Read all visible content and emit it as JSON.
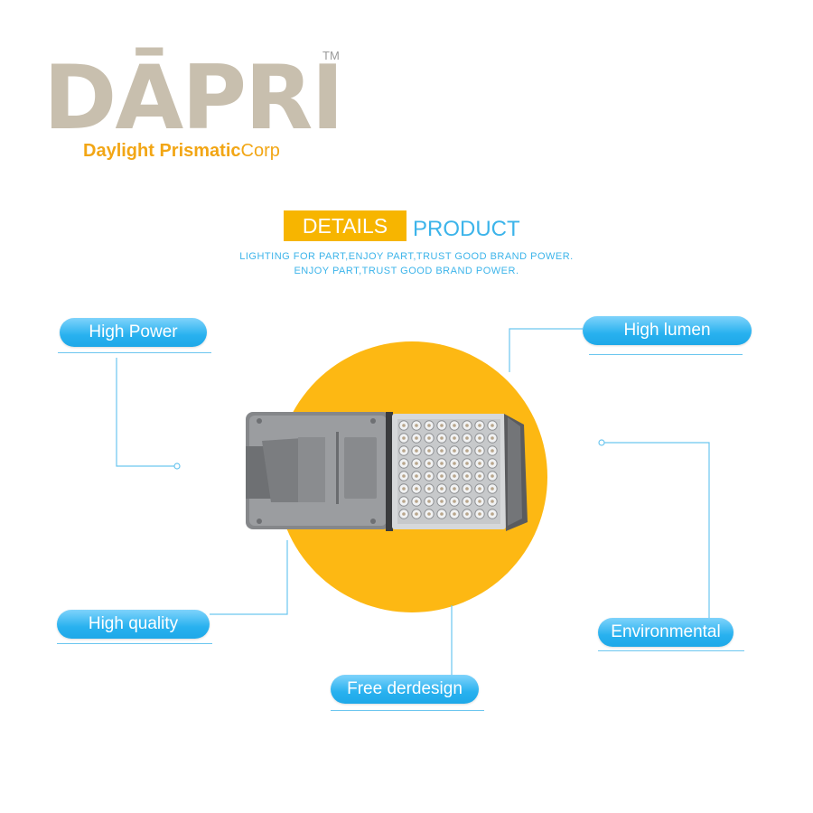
{
  "logo": {
    "brand": "DĀPRI",
    "trademark": "TM",
    "tagline_bold": "Daylight Prismatic",
    "tagline_thin": "Corp"
  },
  "header": {
    "details_label": "DETAILS",
    "product_label": "PRODUCT",
    "subtitle_line1": "LIGHTING FOR PART,ENJOY PART,TRUST GOOD BRAND POWER.",
    "subtitle_line2": "ENJOY PART,TRUST GOOD BRAND POWER."
  },
  "features": {
    "high_power": "High Power",
    "high_lumen": "High lumen",
    "high_quality": "High quality",
    "environmental": "Environmental",
    "free_design": "Free derdesign"
  },
  "colors": {
    "accent_yellow": "#f7b500",
    "accent_blue": "#3cb4ea",
    "logo_gray": "#c8bfae",
    "logo_orange": "#f2a615"
  },
  "product_image": {
    "description_icon": "led-street-light-icon"
  }
}
